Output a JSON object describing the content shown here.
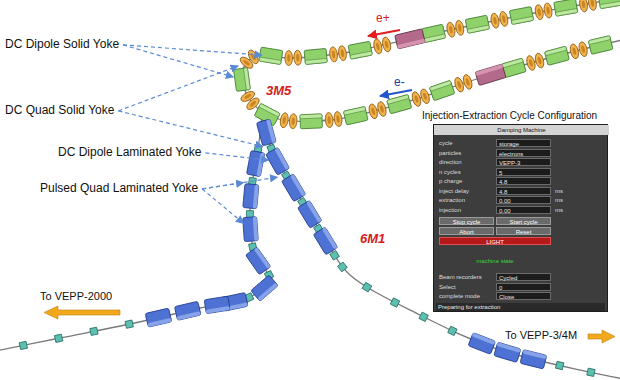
{
  "diagram": {
    "nodes": [
      {
        "text": [
          "Damping Machine",
          "cycle",
          "storage",
          "particles",
          "electrons",
          "direction",
          "VEPP-3",
          "n cycles",
          "5",
          "p charge",
          "4.8",
          "inject delay",
          "4.8",
          "ms",
          "extraction",
          "0.00",
          "ms",
          "injection",
          "0.00",
          "ms",
          "Stop cycle",
          "Start cycle",
          "Abort",
          "Reset",
          "LIGHT",
          "machine state",
          "Beam recorders",
          "Cycled",
          "Select",
          "0",
          "complete mode",
          "Close",
          "Preparing for extraction"
        ]
      }
    ],
    "labels": [
      "DC Dipole Solid Yoke",
      "DC Quad Solid Yoke",
      "DC Dipole Laminated Yoke",
      "Pulsed Quad Laminated Yoke",
      "e+",
      "e-",
      "3M5",
      "Injection-Extraction Cycle Configuration",
      "6M1",
      "To VEPP-2000",
      "To VEPP-3/4M"
    ]
  }
}
